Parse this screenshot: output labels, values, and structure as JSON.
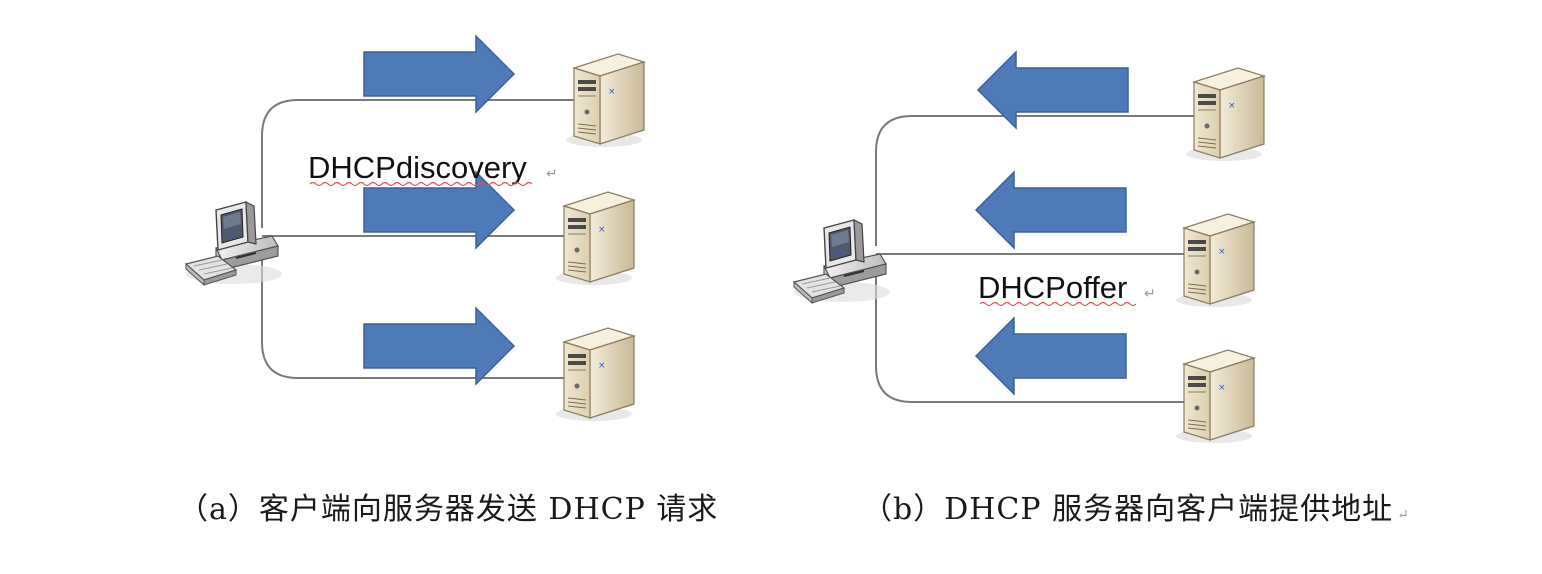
{
  "panel_a": {
    "label": "DHCPdiscovery",
    "caption": "（a）客户端向服务器发送 DHCP 请求"
  },
  "panel_b": {
    "label": "DHCPoffer",
    "caption": "（b）DHCP 服务器向客户端提供地址"
  },
  "colors": {
    "arrow_fill": "#4f7ab8",
    "arrow_stroke": "#3c629c",
    "link_line": "#7a7a7a",
    "server_body": "#e6dcc4",
    "squiggle": "#e05050"
  },
  "icons": [
    "client-computer-icon",
    "server-icon",
    "arrow-right-icon",
    "arrow-left-icon"
  ]
}
